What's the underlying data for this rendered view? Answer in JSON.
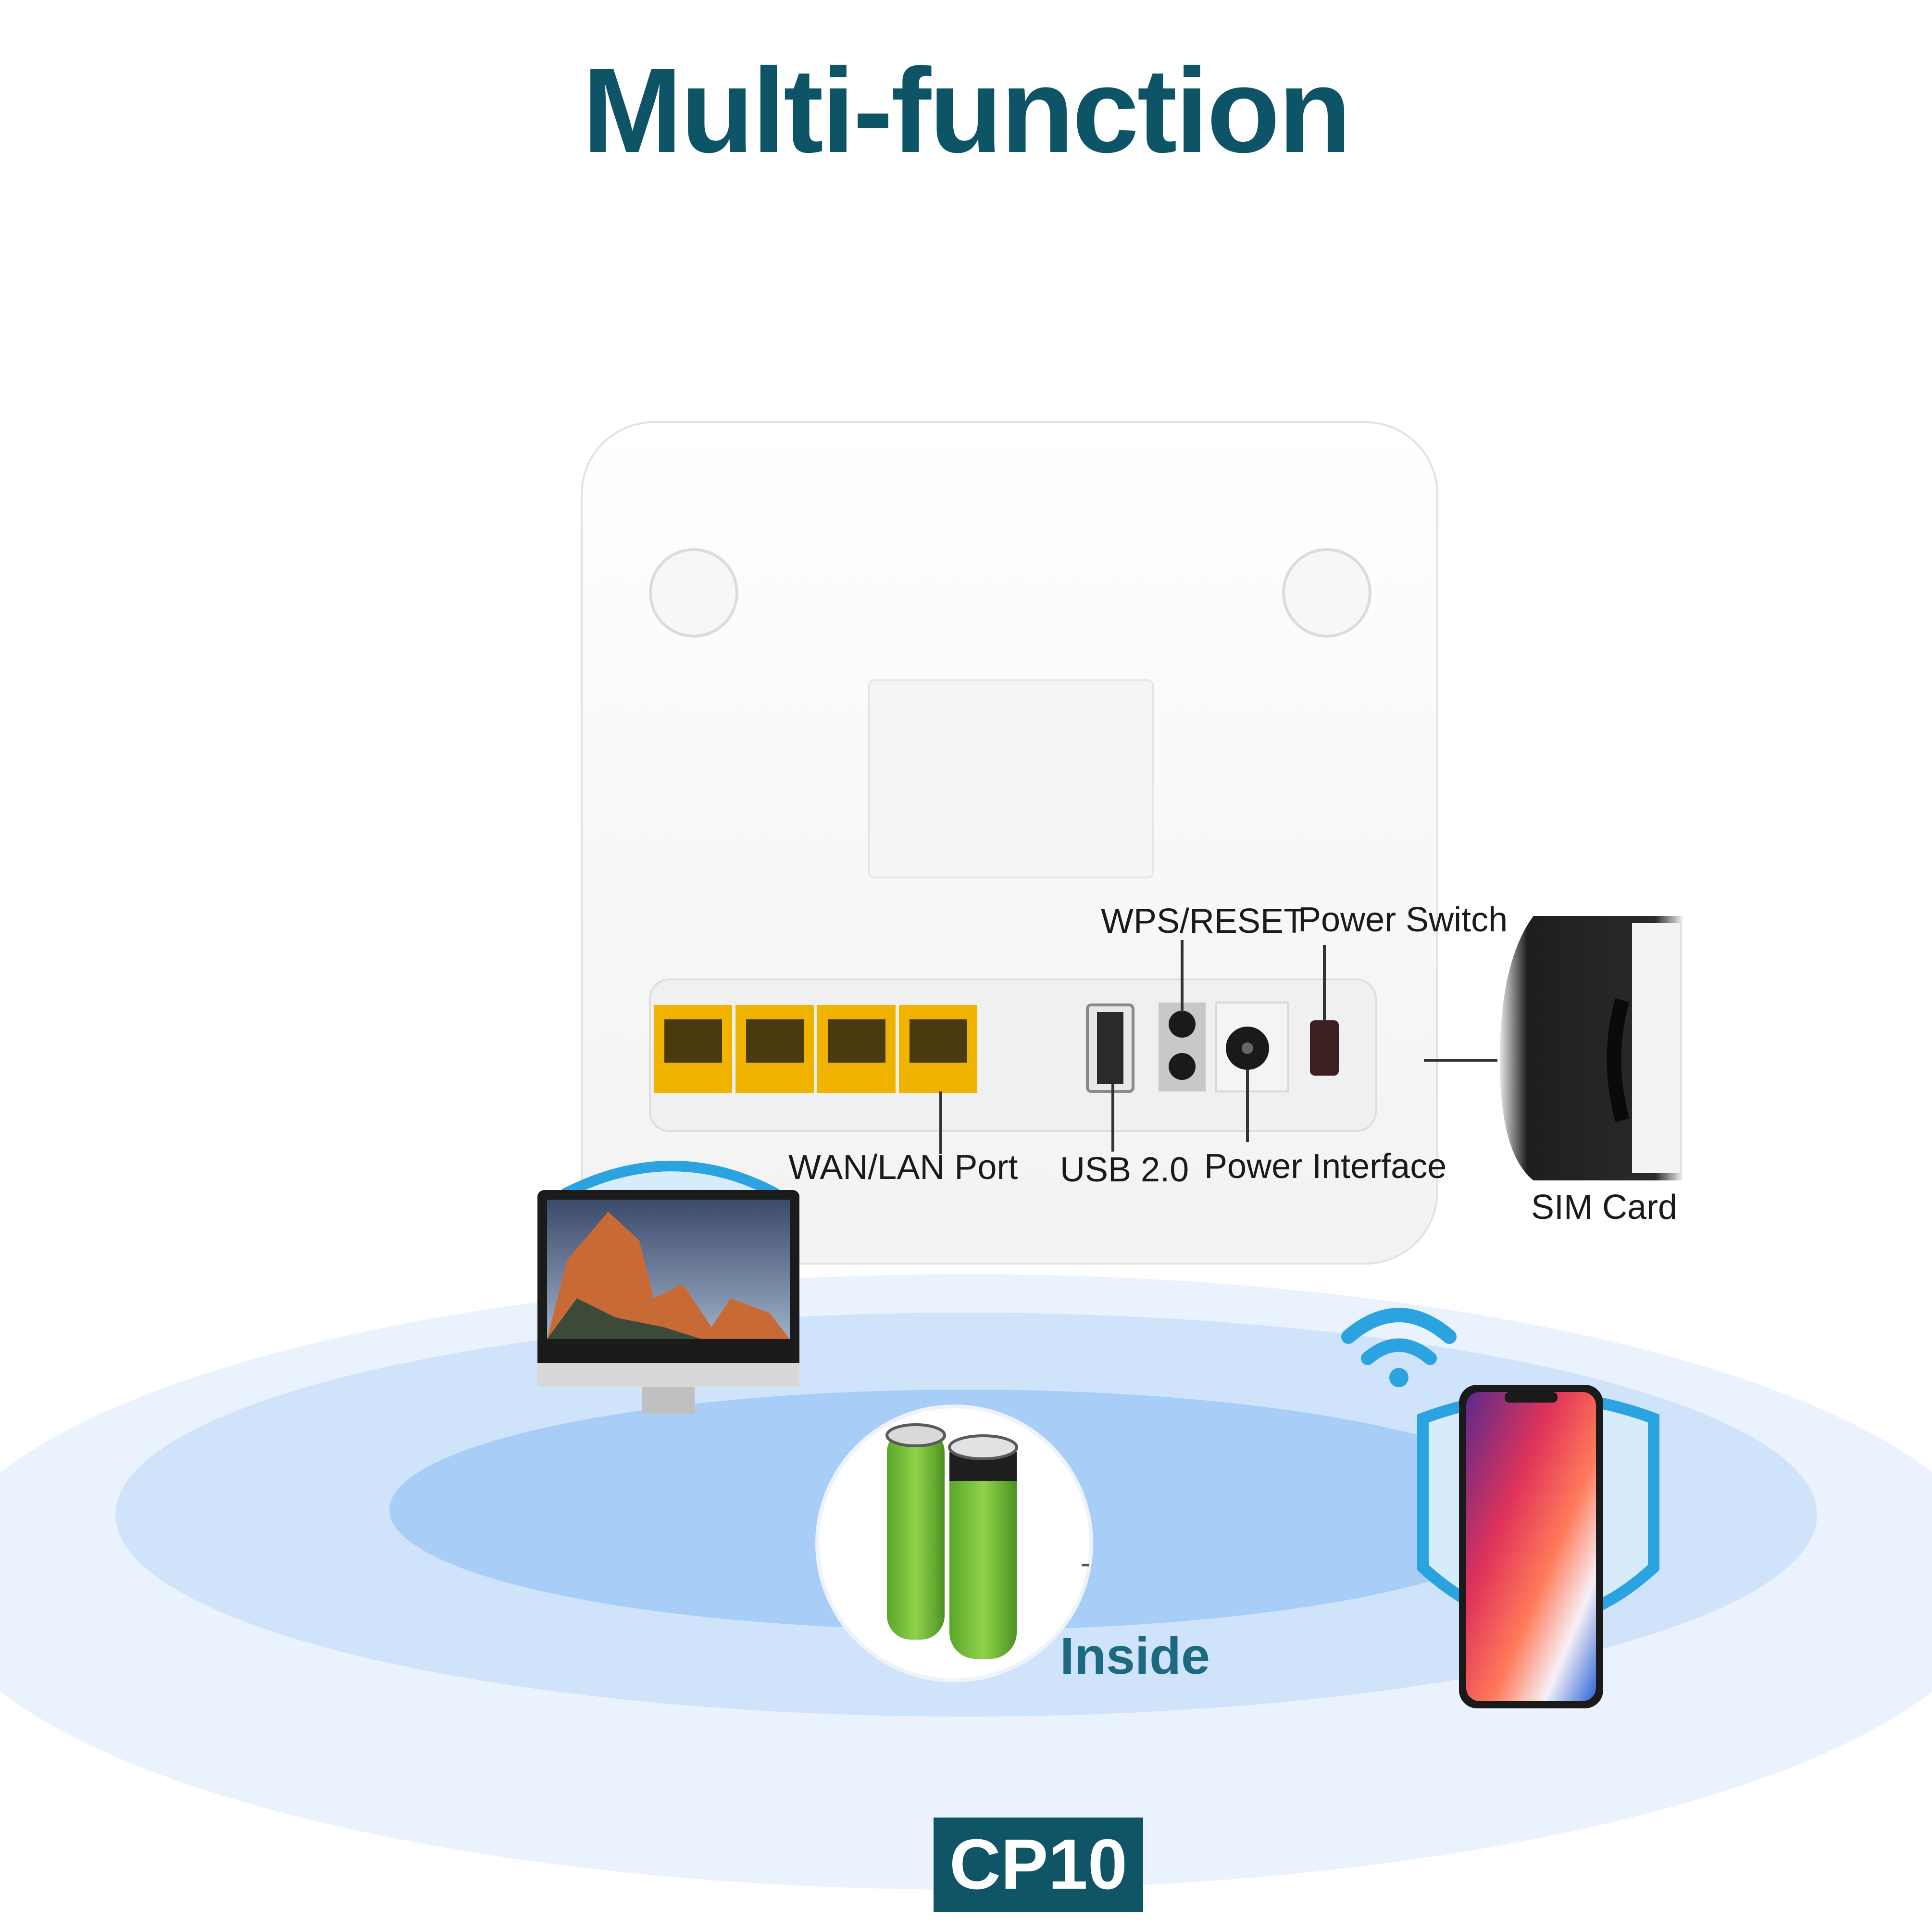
{
  "title": "Multi-function",
  "labels": {
    "wps_reset": "WPS/RESET",
    "power_switch": "Power Switch",
    "wan_lan_port": "WAN/LAN Port",
    "usb": "USB 2.0",
    "power_interface": "Power Interface",
    "sim_card": "SIM Card"
  },
  "battery_caption": "Inside",
  "model": "CP10",
  "colors": {
    "title": "#0d5566",
    "badge": "#0f5566",
    "inside_text": "#1d6a80",
    "coverage_outer": "#eaf3fd",
    "coverage_mid": "#cfe3fb",
    "coverage_inner": "#a8cdf7",
    "ethernet_port": "#f0b400",
    "wifi_icon": "#2aa3e0"
  },
  "icons": {
    "wifi": "wifi-icon",
    "battery": "battery-icon",
    "monitor": "desktop-monitor-icon",
    "phone": "smartphone-icon",
    "shield": "shield-icon"
  }
}
